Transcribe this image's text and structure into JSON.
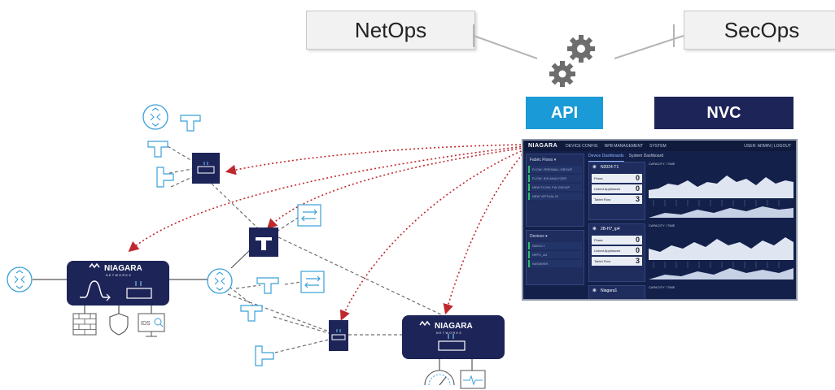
{
  "ops": {
    "left_label": "NetOps",
    "right_label": "SecOps"
  },
  "api_label": "API",
  "nvc_label": "NVC",
  "brand": {
    "name": "NIAGARA",
    "sub": "NETWORKS"
  },
  "ids_label": "IDS",
  "colors": {
    "navy": "#1d2458",
    "api_blue": "#1a9ad6",
    "arrow_red": "#c0282e",
    "icon_blue": "#3aa0d8"
  },
  "dashboard": {
    "logo": "NIAGARA",
    "nav": [
      "DEVICE CONFIG",
      "NPB MANAGEMENT",
      "SYSTEM"
    ],
    "user": "USER: ADMIN | LOGOUT",
    "sidebar": {
      "flows_title": "Fabric Flows ▾",
      "flows": [
        "FLOW: FIREWALL GROUP",
        "FLOW: IDS ANALYZER",
        "NEW FLOW: FW GROUP",
        "NEW VIRTUAL ID"
      ],
      "devices_title": "Devices ▾",
      "devices": [
        "N2024-T",
        "NPFC_A4",
        "N4S4WSH"
      ]
    },
    "tabs": [
      "Device Dashboards",
      "System Dashboard"
    ],
    "devices": [
      {
        "name": "N2024-T1",
        "stats": [
          {
            "label": "Flows",
            "value": "0"
          },
          {
            "label": "Linked Appliances",
            "value": "0"
          },
          {
            "label": "Tablet Flow",
            "value": "3"
          }
        ],
        "capacity": "CAPACITY / TIME"
      },
      {
        "name": "2B-H7_ip4",
        "stats": [
          {
            "label": "Flows",
            "value": "0"
          },
          {
            "label": "Linked Appliances",
            "value": "0"
          },
          {
            "label": "Tablet Flow",
            "value": "3"
          }
        ],
        "capacity": "CAPACITY / TIME"
      },
      {
        "name": "Niagara1",
        "capacity": "CAPACITY / TIME"
      }
    ]
  }
}
